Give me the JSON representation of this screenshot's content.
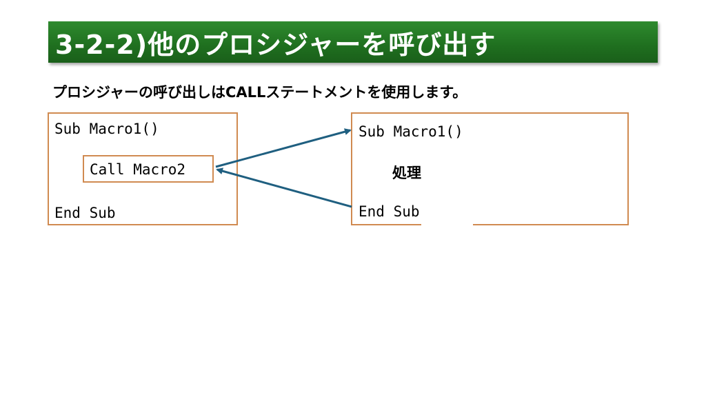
{
  "slide": {
    "title": "3-2-2)他のプロシジャーを呼び出す",
    "subtitle": "プロシジャーの呼び出しはCALLステートメントを使用します。"
  },
  "caller": {
    "line1": "Sub Macro1()",
    "call_line": "Call Macro2",
    "line3": "End Sub"
  },
  "callee": {
    "line1": "Sub Macro1()",
    "body": "処理",
    "line3": "End Sub"
  },
  "colors": {
    "title_bg": "#1f6f1f",
    "box_border": "#d08a50",
    "arrow": "#1f5f80"
  }
}
